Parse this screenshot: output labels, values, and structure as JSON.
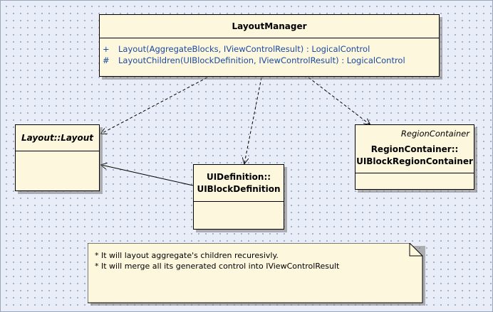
{
  "layout_manager": {
    "name": "LayoutManager",
    "operations": [
      {
        "visibility": "+",
        "signature": "Layout(AggregateBlocks, IViewControlResult) : LogicalControl"
      },
      {
        "visibility": "#",
        "signature": "LayoutChildren(UIBlockDefinition, IViewControlResult) : LogicalControl"
      }
    ]
  },
  "layout_class": {
    "name": "Layout::Layout"
  },
  "ui_block_definition": {
    "name_line1": "UIDefinition::",
    "name_line2": "UIBlockDefinition"
  },
  "region_container": {
    "stereotype": "RegionContainer",
    "name_line1": "RegionContainer::",
    "name_line2": "UIBlockRegionContainer"
  },
  "note": {
    "lines": [
      "* It will layout aggregate's children recuresivly.",
      "* It will merge all its generated control into IViewControlResult"
    ]
  },
  "colors": {
    "class_fill": "#fdf7de",
    "operation_text": "#1a4aa0",
    "background": "#e9edf7",
    "grid_dot": "#8fa0c2"
  }
}
